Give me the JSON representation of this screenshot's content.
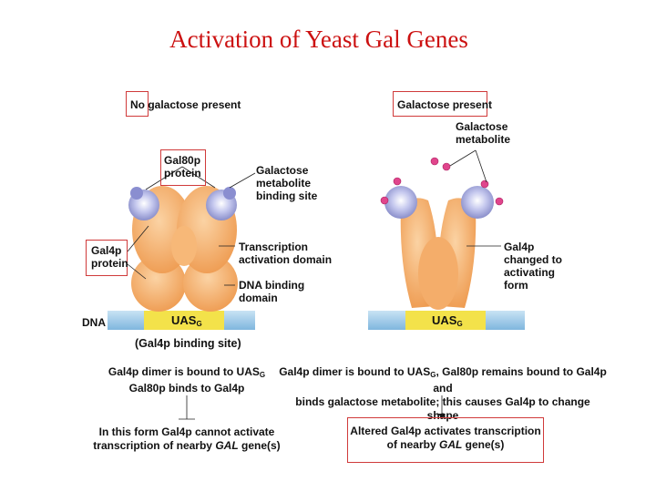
{
  "title": "Activation of Yeast Gal Genes",
  "left_panel": {
    "header_prefix": "No",
    "header_rest": "galactose present",
    "gal80_label_l1": "Gal80p",
    "gal80_label_l2": "protein",
    "metabolite_site_l1": "Galactose",
    "metabolite_site_l2": "metabolite",
    "metabolite_site_l3": "binding site",
    "gal4_label_l1": "Gal4p",
    "gal4_label_l2": "protein",
    "activation_domain_l1": "Transcription",
    "activation_domain_l2": "activation domain",
    "dna_binding_l1": "DNA binding",
    "dna_binding_l2": "domain",
    "dna_label": "DNA",
    "uas_label": "UAS",
    "uas_sub": "G",
    "binding_site_caption": "(Gal4p binding site)",
    "caption_l1_a": "Gal4p dimer is bound to UAS",
    "caption_l1_sub": "G",
    "caption_l2": "Gal80p binds to Gal4p",
    "result_l1": "In this form Gal4p cannot activate",
    "result_l2_a": "transcription of nearby ",
    "result_l2_gene": "GAL",
    "result_l2_b": " gene(s)"
  },
  "right_panel": {
    "header": "Galactose present",
    "metabolite_l1": "Galactose",
    "metabolite_l2": "metabolite",
    "changed_l1": "Gal4p",
    "changed_l2": "changed to",
    "changed_l3": "activating",
    "changed_l4": "form",
    "uas_label": "UAS",
    "uas_sub": "G",
    "caption_l1_a": "Gal4p dimer is bound to UAS",
    "caption_l1_sub": "G",
    "caption_l1_b": ", Gal80p remains bound to Gal4p and",
    "caption_l2": "binds galactose metabolite; this causes Gal4p to change shape",
    "result_l1": "Altered Gal4p activates transcription",
    "result_l2_a": "of nearby ",
    "result_l2_gene": "GAL",
    "result_l2_b": " gene(s)"
  },
  "colors": {
    "title": "#cc1111",
    "box_border": "#d03a3a",
    "gal4_orange": "#f2a25c",
    "gal80_lavender": "#9ea2d8",
    "metabolite_pink": "#e0458c",
    "dna_blue": "#8ec4e6",
    "uas_yellow": "#f3e24a"
  }
}
